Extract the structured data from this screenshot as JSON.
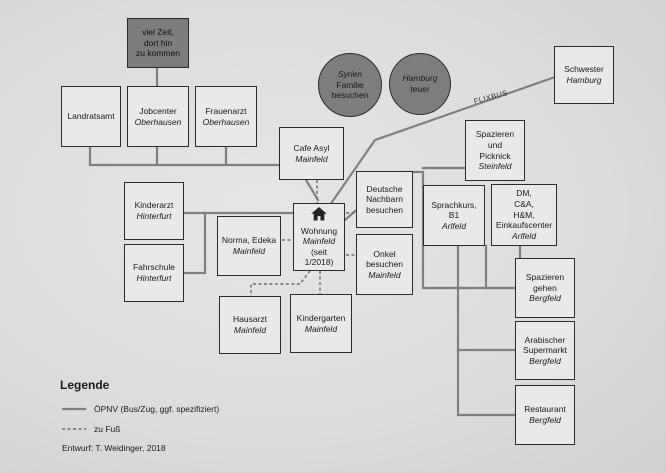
{
  "diagram": {
    "route_label": "FLIXBUS",
    "nodes": {
      "zeit": {
        "line1": "viel Zeit,",
        "line2": "dort hin",
        "line3": "zu kommen"
      },
      "landratsamt": {
        "label": "Landratsamt"
      },
      "jobcenter": {
        "label": "Jobcenter",
        "place": "Oberhausen"
      },
      "frauenarzt": {
        "label": "Frauenarzt",
        "place": "Oberhausen"
      },
      "syrien": {
        "label": "Syrien",
        "line2": "Familie",
        "line3": "besuchen"
      },
      "hamburg": {
        "label": "Hamburg",
        "line2": "teuer"
      },
      "schwester": {
        "label": "Schwester",
        "place": "Hamburg"
      },
      "cafe": {
        "label": "Cafe Asyl",
        "place": "Mainfeld"
      },
      "kinderarzt": {
        "label": "Kinderarzt",
        "place": "Hinterfurt"
      },
      "fahrschule": {
        "label": "Fahrschule",
        "place": "Hinterfurt"
      },
      "norma": {
        "label": "Norma, Edeka",
        "place": "Mainfeld"
      },
      "wohnung": {
        "label": "Wohnung",
        "place": "Mainfeld",
        "note": "(seit 1/2018)"
      },
      "nachbarn": {
        "line1": "Deutsche",
        "line2": "Nachbarn",
        "line3": "besuchen"
      },
      "onkel": {
        "line1": "Onkel",
        "line2": "besuchen",
        "place": "Mainfeld"
      },
      "hausarzt": {
        "label": "Hausarzt",
        "place": "Mainfeld"
      },
      "kindergarten": {
        "label": "Kindergarten",
        "place": "Mainfeld"
      },
      "spaz_stein": {
        "line1": "Spazieren",
        "line2": "und",
        "line3": "Picknick",
        "place": "Steinfeld"
      },
      "sprachkurs": {
        "label": "Sprachkurs,",
        "line2": "B1",
        "place": "Arlfeld"
      },
      "dm": {
        "line1": "DM,",
        "line2": "C&A,",
        "line3": "H&M,",
        "line4": "Einkaufscenter",
        "place": "Arlfeld"
      },
      "spaz_berg": {
        "line1": "Spazieren",
        "line2": "gehen",
        "place": "Bergfeld"
      },
      "arab": {
        "line1": "Arabischer",
        "line2": "Supermarkt",
        "place": "Bergfeld"
      },
      "restaurant": {
        "label": "Restaurant",
        "place": "Bergfeld"
      }
    }
  },
  "legend": {
    "title": "Legende",
    "oepnv": "ÖPNV (Bus/Zug, ggf. spezifiziert)",
    "fuss": "zu Fuß",
    "credit": "Entwurf: T. Weidinger, 2018"
  },
  "colors": {
    "line": "#808080",
    "dash": "#6a6a6a",
    "dark_fill": "#7c7c7c"
  }
}
